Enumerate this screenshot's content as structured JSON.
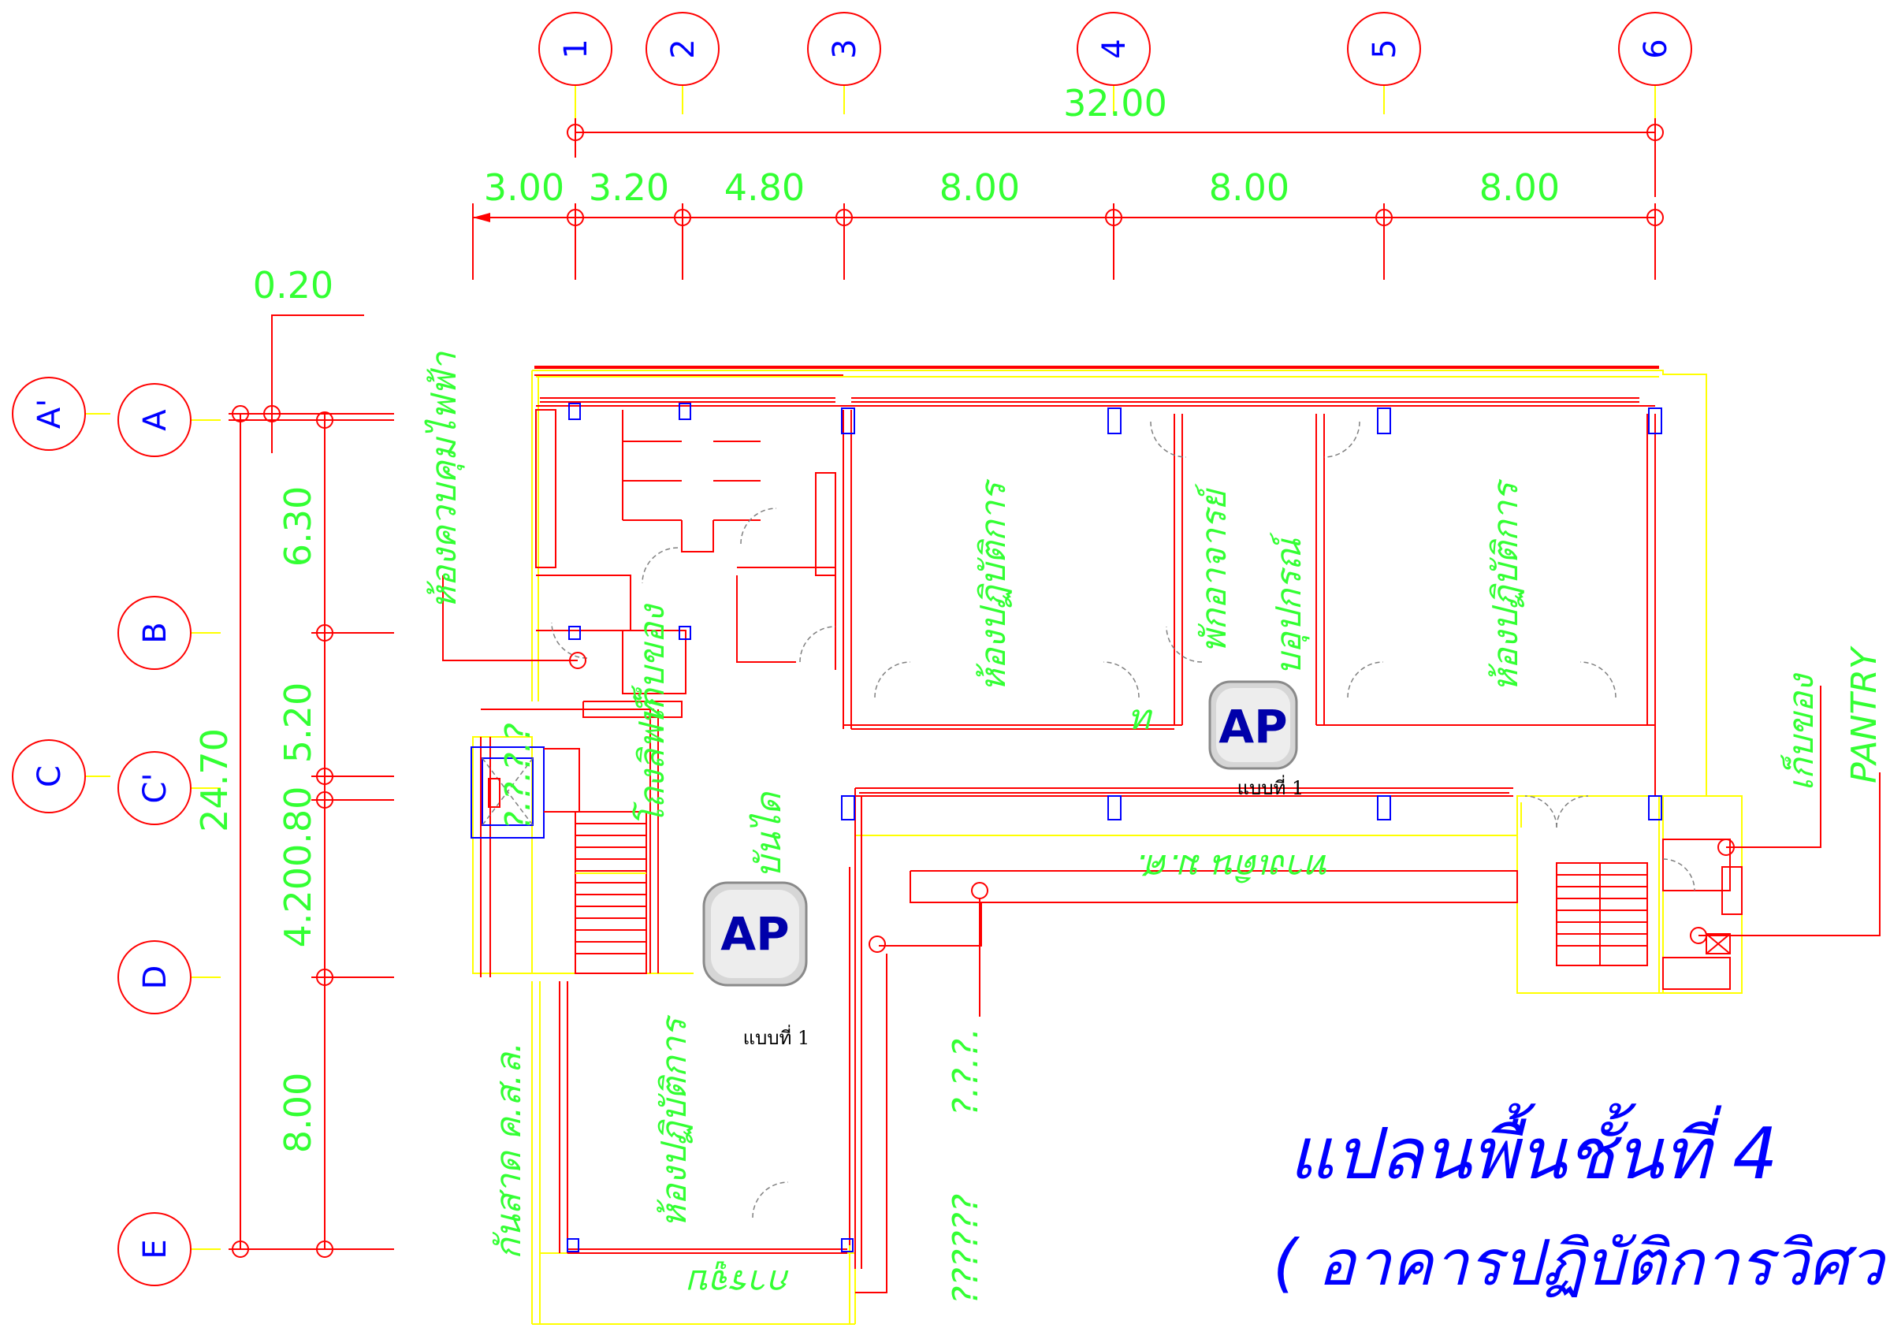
{
  "axes_top": [
    "1",
    "2",
    "3",
    "4",
    "5",
    "6"
  ],
  "axes_left_a": [
    "A'",
    "C"
  ],
  "axes_left_b": [
    "A",
    "B",
    "C'",
    "D",
    "E"
  ],
  "dims_top": {
    "overall": "32.00",
    "spans": [
      "3.00",
      "3.20",
      "4.80",
      "8.00",
      "8.00",
      "8.00"
    ]
  },
  "dims_left": {
    "offset": "0.20",
    "overall": "24.70",
    "spans": [
      "6.30",
      "5.20",
      "4.200.80",
      "8.00"
    ]
  },
  "rooms": {
    "control_room": "ห้องควบคุมไฟฟ้า",
    "storage_left": "เก็บของ",
    "lift_lobby": "โถงลิฟท์",
    "stair_label": "บันได",
    "question_marks_lift": "?.?.?.?",
    "lab_1": "ห้องปฏิบัติการ",
    "teacher_rest": "พักอาจารย์",
    "equipment": "บอุปกรณ์",
    "lab_2": "ห้องปฏิบัติการ",
    "corridor_mark": "ท",
    "corridor": "ทางเดิน ม.ศ.",
    "lab_3": "ห้องปฏิบัติการ",
    "awning": "กันสาด ค.ส.ล.",
    "lab_bottom": "การจูบ",
    "question_marks_1": "?.?.?.",
    "question_marks_2": "??????",
    "storage_right": "เก็บของ",
    "pantry": "PANTRY"
  },
  "access_points": [
    {
      "label": "AP",
      "caption": "แบบที่ 1"
    },
    {
      "label": "AP",
      "caption": "แบบที่ 1"
    }
  ],
  "title": {
    "line1": "แปลนพื้นชั้นที่ 4",
    "line2": "( อาคารปฏิบัติการวิศว"
  },
  "colors": {
    "wall": "#ff0000",
    "outline": "#ffff00",
    "dimension_text": "#33ff33",
    "grid_text": "#0000ff",
    "title": "#0000ff"
  }
}
